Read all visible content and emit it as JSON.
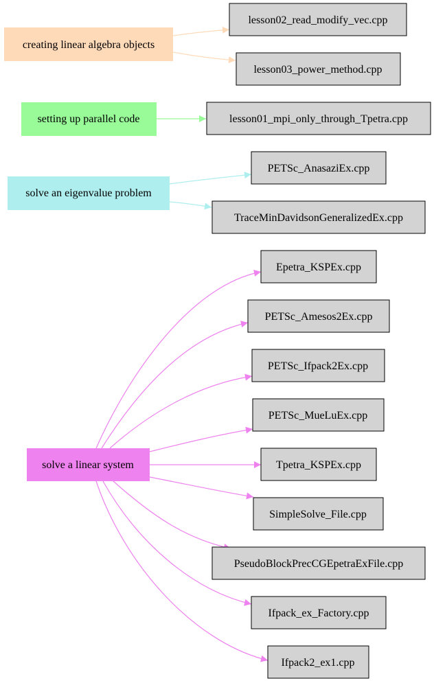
{
  "colors": {
    "topic_creating": "#ffdab9",
    "topic_parallel": "#98fb98",
    "topic_eigen": "#afeeee",
    "topic_linear": "#ee82ee",
    "file_fill": "#d3d3d3",
    "file_border": "#000000"
  },
  "topics": [
    {
      "label": "creating linear algebra objects"
    },
    {
      "label": "setting up parallel code"
    },
    {
      "label": "solve an eigenvalue problem"
    },
    {
      "label": "solve a linear system"
    }
  ],
  "files": [
    {
      "label": "lesson02_read_modify_vec.cpp"
    },
    {
      "label": "lesson03_power_method.cpp"
    },
    {
      "label": "lesson01_mpi_only_through_Tpetra.cpp"
    },
    {
      "label": "PETSc_AnasaziEx.cpp"
    },
    {
      "label": "TraceMinDavidsonGeneralizedEx.cpp"
    },
    {
      "label": "Epetra_KSPEx.cpp"
    },
    {
      "label": "PETSc_Amesos2Ex.cpp"
    },
    {
      "label": "PETSc_Ifpack2Ex.cpp"
    },
    {
      "label": "PETSc_MueLuEx.cpp"
    },
    {
      "label": "Tpetra_KSPEx.cpp"
    },
    {
      "label": "SimpleSolve_File.cpp"
    },
    {
      "label": "PseudoBlockPrecCGEpetraExFile.cpp"
    },
    {
      "label": "Ifpack_ex_Factory.cpp"
    },
    {
      "label": "Ifpack2_ex1.cpp"
    }
  ]
}
